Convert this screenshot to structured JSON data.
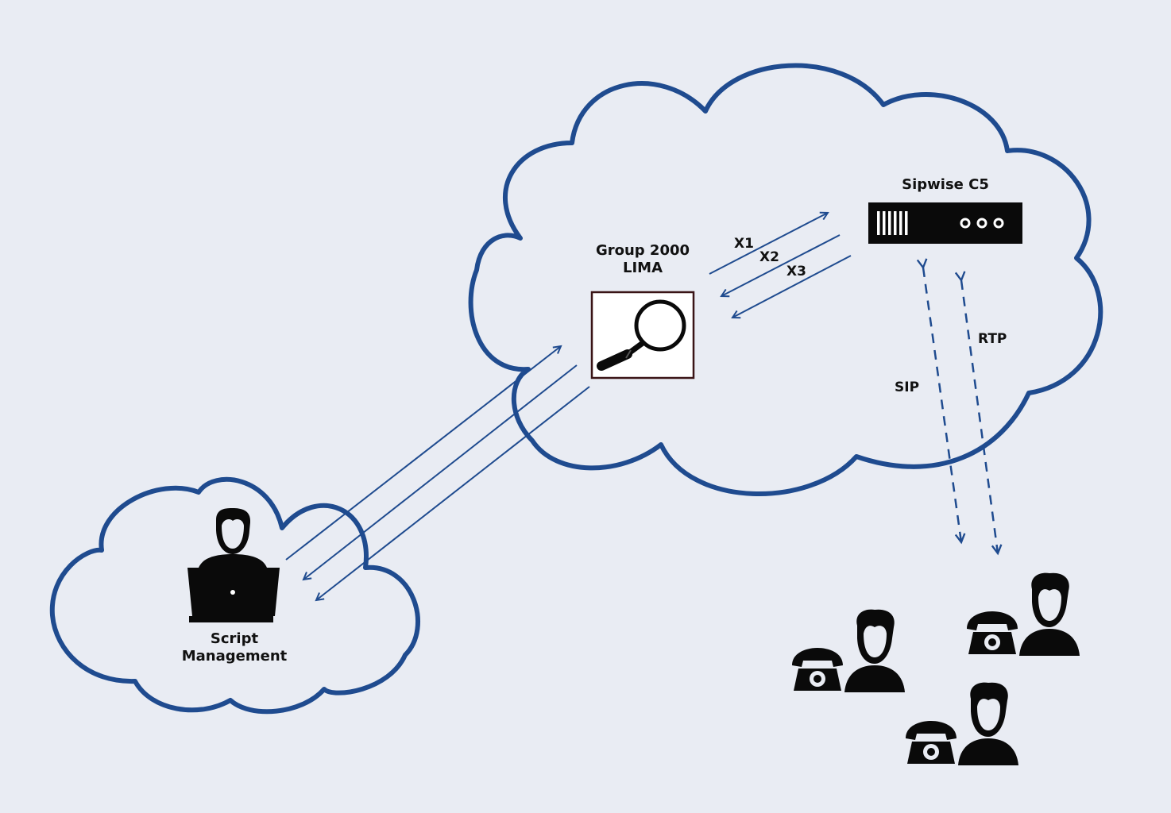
{
  "colors": {
    "background": "#e9ecf3",
    "cloud_outline": "#1f4b8f",
    "arrow": "#1f4b8f",
    "icon": "#0a0a0a",
    "lens": "#ffffff",
    "lima_box_border": "#3a1416"
  },
  "nodes": {
    "lima": {
      "title_line1": "Group 2000",
      "title_line2": "LIMA",
      "icon": "magnifier-icon"
    },
    "sipwise": {
      "title": "Sipwise C5",
      "icon": "server-icon"
    },
    "script_mgmt": {
      "title_line1": "Script",
      "title_line2": "Management",
      "icon": "operator-laptop-icon"
    },
    "subscribers": {
      "icon": "user-with-phone-icon",
      "count": 3
    }
  },
  "interfaces": {
    "x1": "X1",
    "x2": "X2",
    "x3": "X3",
    "sip": "SIP",
    "rtp": "RTP"
  }
}
